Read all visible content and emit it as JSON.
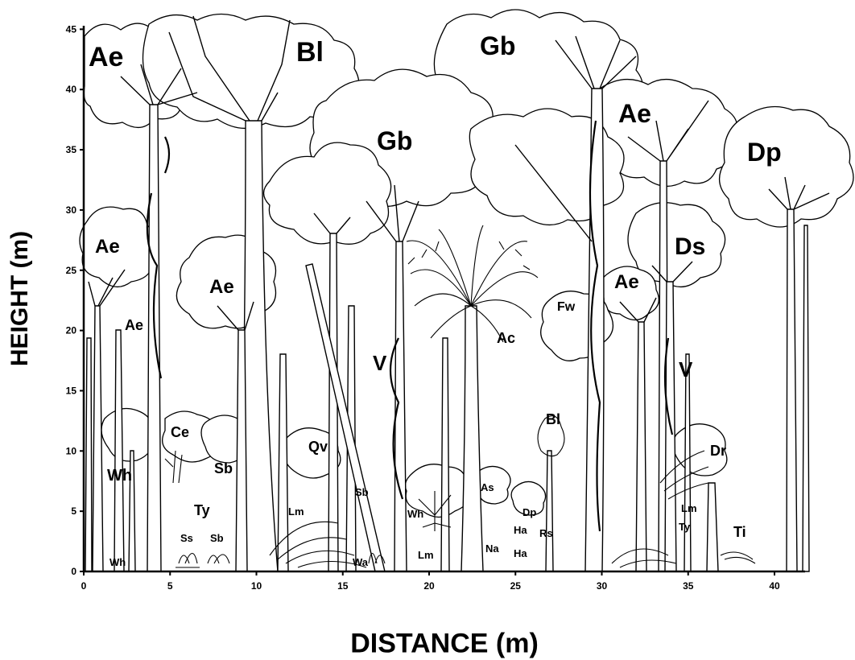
{
  "figure": {
    "y_axis_title": "HEIGHT (m)",
    "x_axis_title": "DISTANCE (m)",
    "y_ticks": [
      "0",
      "5",
      "10",
      "15",
      "20",
      "25",
      "30",
      "35",
      "40",
      "45"
    ],
    "x_ticks": [
      "0",
      "5",
      "10",
      "15",
      "20",
      "25",
      "30",
      "35",
      "40"
    ],
    "y_range_m": [
      0,
      45
    ],
    "x_range_m": [
      0,
      41
    ]
  },
  "species_labels": [
    {
      "id": "ae-1",
      "text": "Ae",
      "size": "large"
    },
    {
      "id": "bl-1",
      "text": "Bl",
      "size": "large"
    },
    {
      "id": "gb-1",
      "text": "Gb",
      "size": "large"
    },
    {
      "id": "gb-2",
      "text": "Gb",
      "size": "large"
    },
    {
      "id": "ae-2",
      "text": "Ae",
      "size": "large"
    },
    {
      "id": "dp-1",
      "text": "Dp",
      "size": "large"
    },
    {
      "id": "ds-1",
      "text": "Ds",
      "size": "large"
    },
    {
      "id": "ae-3",
      "text": "Ae",
      "size": "medium"
    },
    {
      "id": "ae-4",
      "text": "Ae",
      "size": "medium"
    },
    {
      "id": "ae-5",
      "text": "Ae",
      "size": "medium"
    },
    {
      "id": "ae-6",
      "text": "Ae",
      "size": "small"
    },
    {
      "id": "v-1",
      "text": "V",
      "size": "medium"
    },
    {
      "id": "v-2",
      "text": "V",
      "size": "medium"
    },
    {
      "id": "ac-1",
      "text": "Ac",
      "size": "small"
    },
    {
      "id": "fw-1",
      "text": "Fw",
      "size": "small"
    },
    {
      "id": "bl-2",
      "text": "Bl",
      "size": "small"
    },
    {
      "id": "ce-1",
      "text": "Ce",
      "size": "small"
    },
    {
      "id": "qv-1",
      "text": "Qv",
      "size": "small"
    },
    {
      "id": "sb-1",
      "text": "Sb",
      "size": "small"
    },
    {
      "id": "sb-2",
      "text": "Sb",
      "size": "tiny"
    },
    {
      "id": "sb-3",
      "text": "Sb",
      "size": "tiny"
    },
    {
      "id": "wh-1",
      "text": "Wh",
      "size": "small"
    },
    {
      "id": "wh-2",
      "text": "Wh",
      "size": "tiny"
    },
    {
      "id": "wh-3",
      "text": "Wh",
      "size": "tiny"
    },
    {
      "id": "ty-1",
      "text": "Ty",
      "size": "small"
    },
    {
      "id": "ty-2",
      "text": "Ty",
      "size": "tiny"
    },
    {
      "id": "ss-1",
      "text": "Ss",
      "size": "tiny"
    },
    {
      "id": "lm-1",
      "text": "Lm",
      "size": "tiny"
    },
    {
      "id": "lm-2",
      "text": "Lm",
      "size": "tiny"
    },
    {
      "id": "lm-3",
      "text": "Lm",
      "size": "tiny"
    },
    {
      "id": "wa-1",
      "text": "Wa",
      "size": "tiny"
    },
    {
      "id": "as-1",
      "text": "As",
      "size": "tiny"
    },
    {
      "id": "na-1",
      "text": "Na",
      "size": "tiny"
    },
    {
      "id": "ha-1",
      "text": "Ha",
      "size": "tiny"
    },
    {
      "id": "ha-2",
      "text": "Ha",
      "size": "tiny"
    },
    {
      "id": "dp-2",
      "text": "Dp",
      "size": "tiny"
    },
    {
      "id": "rs-1",
      "text": "Rs",
      "size": "tiny"
    },
    {
      "id": "dr-1",
      "text": "Dr",
      "size": "small"
    },
    {
      "id": "ti-1",
      "text": "Ti",
      "size": "small"
    }
  ]
}
